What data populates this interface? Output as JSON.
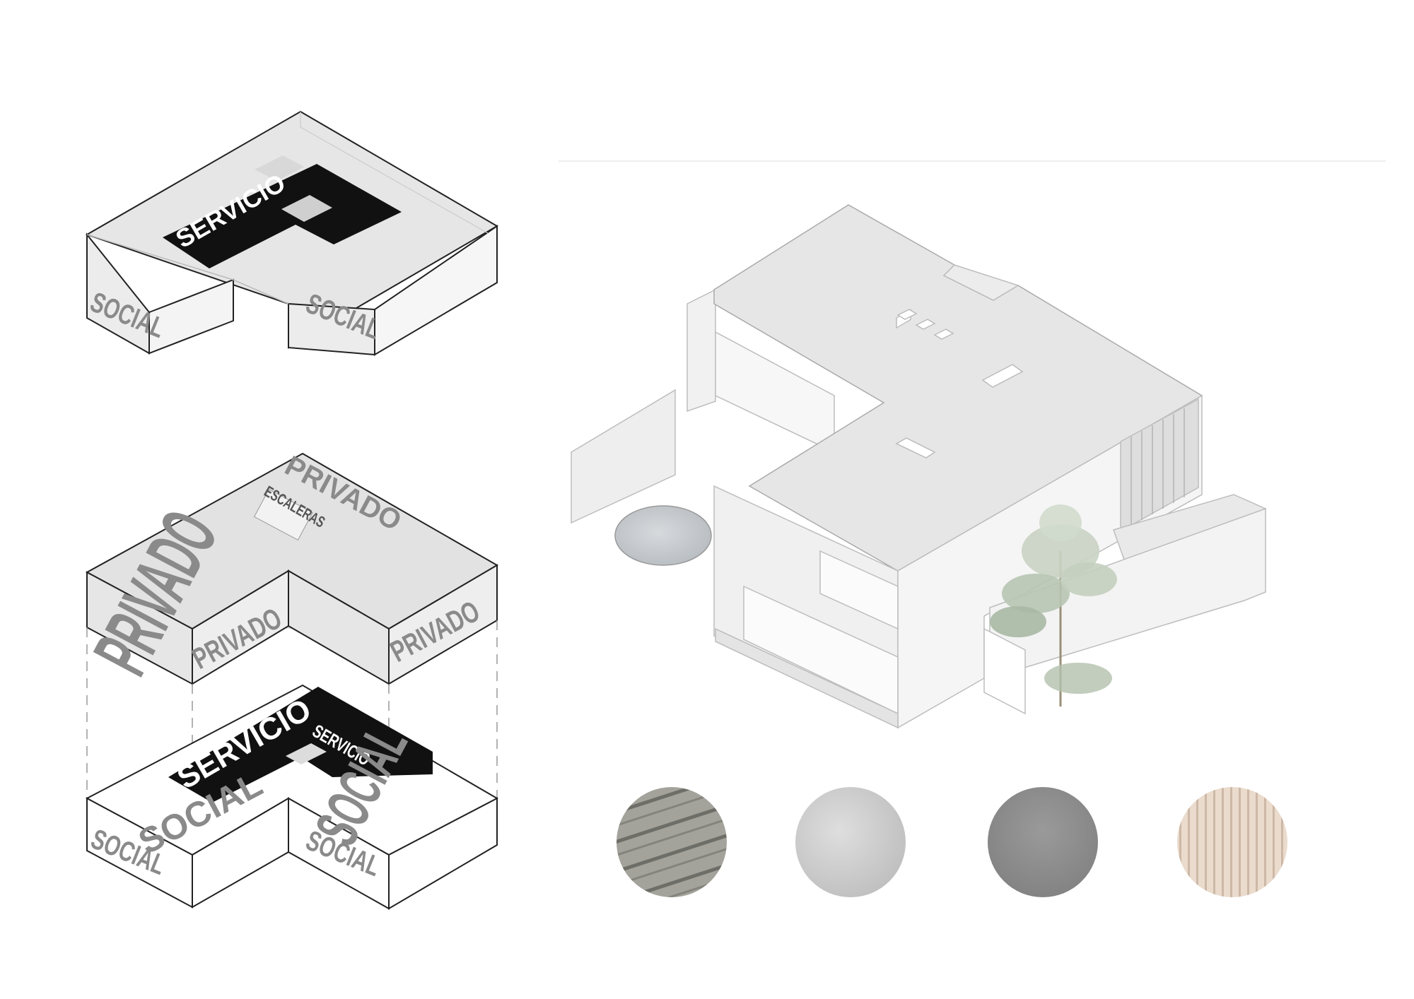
{
  "labels": {
    "servicio": "SERVICIO",
    "social": "SOCIAL",
    "privado": "PRIVADO",
    "escaleras": "ESCALERAS"
  },
  "materials": [
    {
      "name": "wood-plank-concrete-swatch",
      "color": "#9a9a94"
    },
    {
      "name": "light-concrete-swatch",
      "color": "#cfcfcf"
    },
    {
      "name": "grey-metal-swatch",
      "color": "#8f8f8f"
    },
    {
      "name": "timber-slat-swatch",
      "color": "#e6d6c8"
    }
  ],
  "colors": {
    "servicio": "#111111",
    "social-fill": "#e5e5e5",
    "privado-fill": "#e2e2e2",
    "label-grey": "#8a8a8a",
    "outline": "#222222"
  }
}
